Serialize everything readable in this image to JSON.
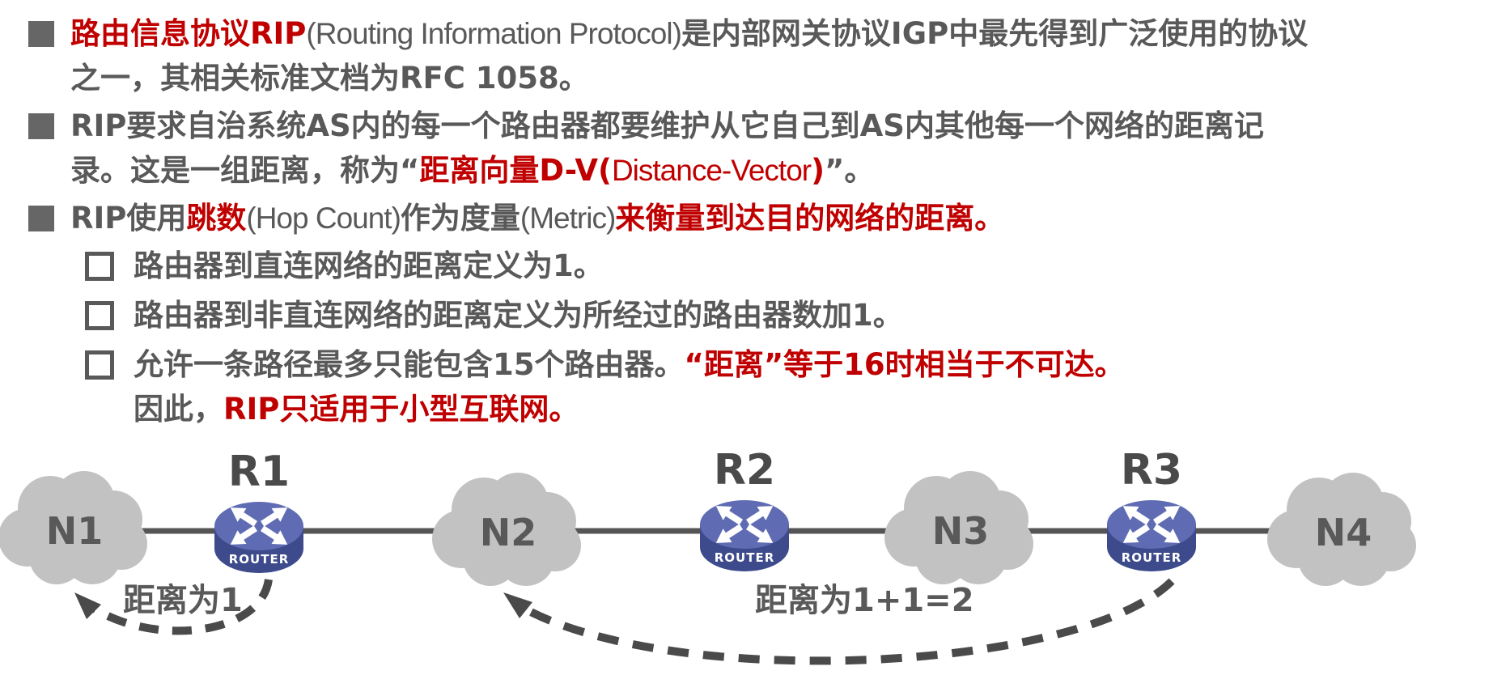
{
  "colors": {
    "accent_red": "#C00000",
    "body_text": "#595959",
    "bullet_marker": "#666666",
    "cloud_fill": "#C2C2C2",
    "router_top": "#5F6CB3",
    "router_side": "#3D4B8C",
    "link_line": "#555555",
    "dashed_arrow": "#4A4A4A"
  },
  "content": {
    "bullets": [
      {
        "type": "square",
        "lines": [
          {
            "segs": [
              {
                "t": "路由信息协议RIP",
                "s": "red"
              },
              {
                "t": "(Routing Information Protocol)",
                "s": "dark-latin"
              },
              {
                "t": "是内部网关协议IGP中最先得到广泛使用的协议",
                "s": "dark"
              }
            ]
          },
          {
            "segs": [
              {
                "t": "之一，其相关标准文档为RFC 1058。",
                "s": "dark"
              }
            ]
          }
        ]
      },
      {
        "type": "square",
        "lines": [
          {
            "segs": [
              {
                "t": "RIP要求自治系统AS内的每一个路由器都要维护从它自己到AS内其他每一个网络的距离记",
                "s": "dark"
              }
            ]
          },
          {
            "segs": [
              {
                "t": "录。这是一组距离，称为“",
                "s": "dark"
              },
              {
                "t": "距离向量D-V(",
                "s": "red"
              },
              {
                "t": "Distance-Vector",
                "s": "red-latin"
              },
              {
                "t": ")",
                "s": "red"
              },
              {
                "t": "”。",
                "s": "dark"
              }
            ]
          }
        ]
      },
      {
        "type": "square",
        "lines": [
          {
            "segs": [
              {
                "t": "RIP使用",
                "s": "dark"
              },
              {
                "t": "跳数",
                "s": "red"
              },
              {
                "t": "(Hop Count)",
                "s": "dark-latin"
              },
              {
                "t": "作为度量",
                "s": "dark"
              },
              {
                "t": "(Metric)",
                "s": "dark-latin"
              },
              {
                "t": "来衡量到达目的网络的距离。",
                "s": "red"
              }
            ]
          }
        ]
      },
      {
        "type": "hollow",
        "lines": [
          {
            "segs": [
              {
                "t": "路由器到直连网络的距离定义为1。",
                "s": "dark"
              }
            ]
          }
        ]
      },
      {
        "type": "hollow",
        "lines": [
          {
            "segs": [
              {
                "t": "路由器到非直连网络的距离定义为所经过的路由器数加1。",
                "s": "dark"
              }
            ]
          }
        ]
      },
      {
        "type": "hollow",
        "lines": [
          {
            "segs": [
              {
                "t": "允许一条路径最多只能包含15个路由器。",
                "s": "dark"
              },
              {
                "t": "“距离”等于16时相当于不可达。",
                "s": "red"
              }
            ]
          },
          {
            "segs": [
              {
                "t": "因此，",
                "s": "dark"
              },
              {
                "t": "RIP只适用于小型互联网。",
                "s": "red"
              }
            ]
          }
        ]
      }
    ]
  },
  "diagram": {
    "clouds": [
      {
        "label": "N1"
      },
      {
        "label": "N2"
      },
      {
        "label": "N3"
      },
      {
        "label": "N4"
      }
    ],
    "routers": [
      {
        "label": "R1",
        "device": "ROUTER"
      },
      {
        "label": "R2",
        "device": "ROUTER"
      },
      {
        "label": "R3",
        "device": "ROUTER"
      }
    ],
    "annotations": [
      {
        "text": "距离为1"
      },
      {
        "text": "距离为1+1=2"
      }
    ]
  }
}
